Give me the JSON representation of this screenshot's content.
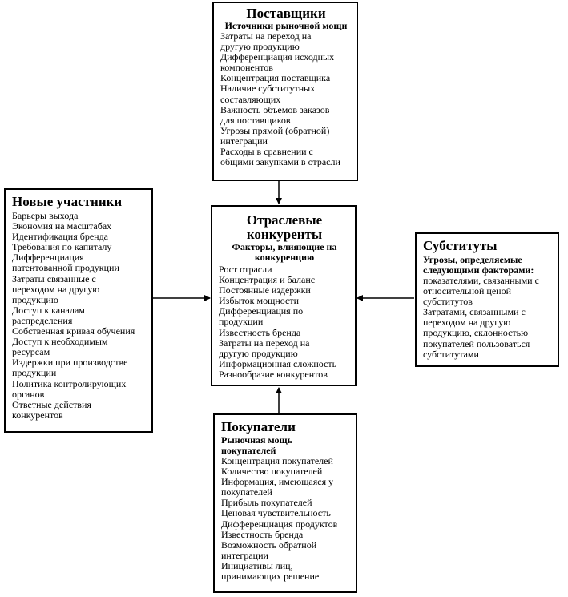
{
  "colors": {
    "border": "#000000",
    "background": "#ffffff"
  },
  "suppliers": {
    "title": "Поставщики",
    "subtitle": "Источники рыночной мощи",
    "items": [
      "Затраты на переход на",
      "другую продукцию",
      "Дифференциация исходных",
      "компонентов",
      "Концентрация поставщика",
      "Наличие субститутных",
      "составляющих",
      "Важность объемов заказов",
      "для поставщиков",
      "Угрозы прямой (обратной)",
      "интеграции",
      "Расходы в сравнении с",
      "общими закупками в отрасли"
    ]
  },
  "new_entrants": {
    "title": "Новые участники",
    "items": [
      "Барьеры выхода",
      "Экономия на масштабах",
      "Идентификация бренда",
      "Требования по капиталу",
      "Дифференциация",
      "патентованной продукции",
      "Затраты связанные с",
      "переходом на другую",
      "продукцию",
      "Доступ к каналам",
      "распределения",
      "Собственная кривая  обучения",
      "Доступ к необходимым",
      "ресурсам",
      "Издержки при производстве",
      "продукции",
      "Политика контролирующих",
      "органов",
      "Ответные действия",
      "конкурентов"
    ]
  },
  "competitors": {
    "title_line1": "Отраслевые",
    "title_line2": "конкуренты",
    "subtitle_line1": "Факторы, влияющие на",
    "subtitle_line2": "конкуренцию",
    "items": [
      "Рост отрасли",
      "Концентрация и баланс",
      "Постоянные издержки",
      "Избыток мощности",
      "Дифференциация по",
      "продукции",
      "Известность бренда",
      "Затраты на переход на",
      "другую продукцию",
      "Информационная сложность",
      "Разнообразие конкурентов"
    ]
  },
  "substitutes": {
    "title": "Субституты",
    "subtitle_line1": "Угрозы, определяемые",
    "subtitle_line2": "следующими факторами:",
    "items": [
      "показателями, связанными с",
      "относительной ценой",
      "субститутов",
      "Затратами, связанными с",
      "переходом на другую",
      "продукцию, склонностью",
      "покупателей пользоваться",
      "субститутами"
    ]
  },
  "buyers": {
    "title": "Покупатели",
    "subtitle_line1": "Рыночная мощь",
    "subtitle_line2": "покупателей",
    "items": [
      "Концентрация покупателей",
      "Количество покупателей",
      "Информация, имеющаяся у",
      "покупателей",
      "Прибыль покупателей",
      "Ценовая чувствительность",
      "Дифференциация продуктов",
      "Известность бренда",
      "Возможность обратной",
      "интеграции",
      "Инициативы лиц,",
      "принимающих решение"
    ]
  }
}
